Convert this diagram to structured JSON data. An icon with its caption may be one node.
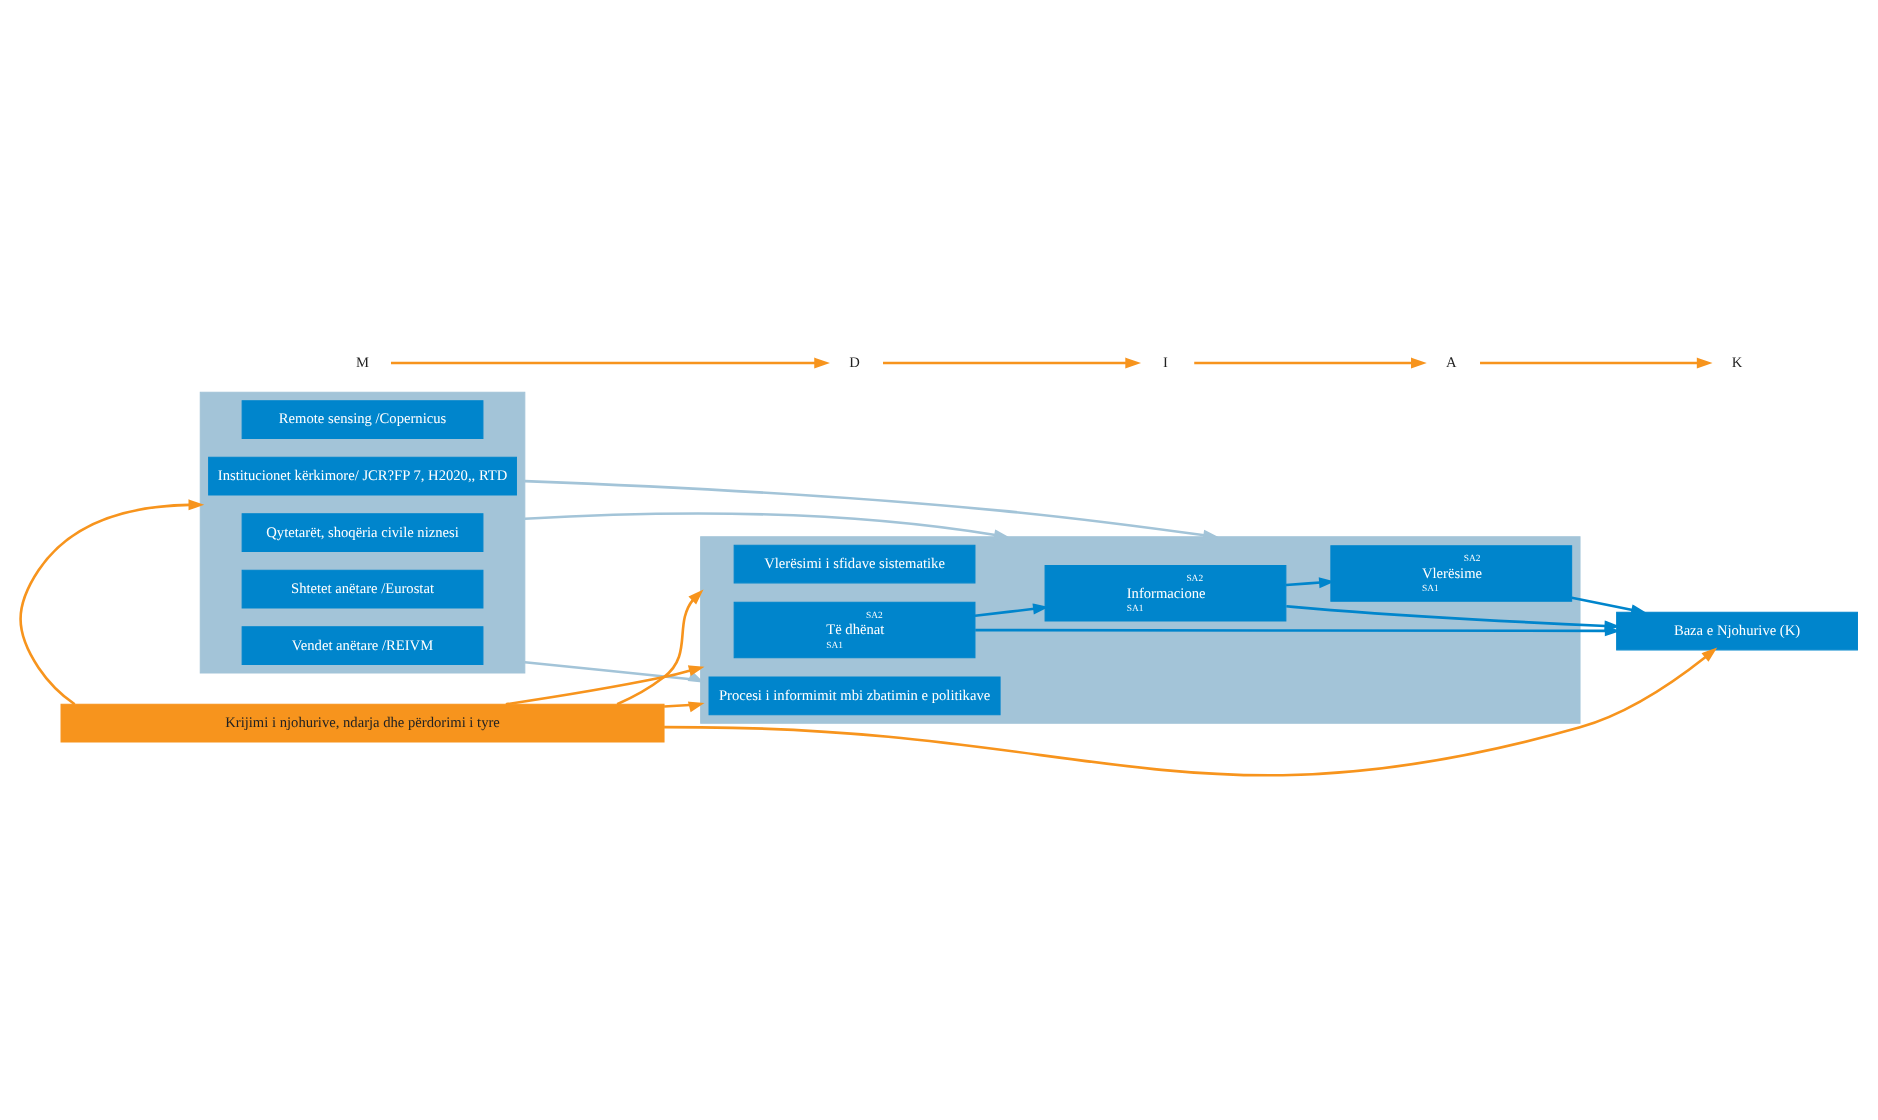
{
  "diagram": {
    "nodes": [
      {
        "text": [],
        "shape": "box"
      },
      {
        "text": [
          "Vendet anëtare /REIVM"
        ],
        "in": 0
      },
      {
        "text": [
          "Shtetet anëtare /Eurostat"
        ],
        "in": 0
      },
      {
        "text": [
          "Institucionet kërkimore/ JCR?FP 7, H2020,, RTD"
        ],
        "in": 0
      },
      {
        "text": [
          "Remote sensing /Copernicus"
        ],
        "in": 0
      },
      {
        "text": [
          "Qytetarët, shoqëria civile niznesi"
        ],
        "in": 0
      },
      {
        "text": [],
        "shape": "box"
      },
      {
        "text": [
          "Vlerësimi i sfidave sistematike"
        ],
        "in": 6
      },
      {
        "text": [
          "SA2",
          "Të dhënat",
          "SA1"
        ],
        "in": 6
      },
      {
        "text": [
          "SA2",
          "Informacione",
          "SA1"
        ],
        "in": 6
      },
      {
        "text": [
          "SA2",
          "Vlerësime",
          "SA1"
        ],
        "in": 6
      },
      {
        "text": [
          "Procesi i informimit mbi zbatimin e politikave"
        ],
        "in": 6
      },
      {
        "text": [
          "Baza e Njohurive (K)"
        ]
      },
      {
        "text": [
          "Krijimi i njohurive, ndarja dhe përdorimi i tyre"
        ]
      },
      {
        "text": [
          "M"
        ]
      },
      {
        "text": [
          "D"
        ]
      },
      {
        "text": [
          "I"
        ]
      },
      {
        "text": [
          "A"
        ]
      },
      {
        "text": [
          "K"
        ]
      }
    ],
    "edges": [
      {
        "from": 0,
        "to": 6,
        "arrow": "to",
        "color": "#a3c4d8"
      },
      {
        "from": 0,
        "to": 6,
        "arrow": "to",
        "color": "#a3c4d8"
      },
      {
        "from": 0,
        "to": 6,
        "arrow": "to",
        "color": "#a3c4d8"
      },
      {
        "from": 8,
        "to": 9,
        "arrow": "to",
        "color": "#0085cc"
      },
      {
        "from": 9,
        "to": 10,
        "arrow": "to",
        "color": "#0085cc"
      },
      {
        "from": 8,
        "to": 12,
        "arrow": "to",
        "color": "#0085cc"
      },
      {
        "from": 9,
        "to": 12,
        "arrow": "to",
        "color": "#0085cc"
      },
      {
        "from": 10,
        "to": 12,
        "arrow": "to",
        "color": "#0085cc"
      },
      {
        "from": 13,
        "to": 0,
        "arrow": "to",
        "color": "#f7941d"
      },
      {
        "from": 13,
        "to": 6,
        "arrow": "to",
        "color": "#f7941d"
      },
      {
        "from": 13,
        "to": 6,
        "arrow": "to",
        "color": "#f7941d"
      },
      {
        "from": 13,
        "to": 6,
        "arrow": "to",
        "color": "#f7941d"
      },
      {
        "from": 13,
        "to": 12,
        "arrow": "to",
        "color": "#f7941d"
      },
      {
        "from": 14,
        "to": 15,
        "arrow": "to",
        "color": "#f7941d"
      },
      {
        "from": 15,
        "to": 16,
        "arrow": "to",
        "color": "#f7941d"
      },
      {
        "from": 16,
        "to": 17,
        "arrow": "to",
        "color": "#f7941d"
      },
      {
        "from": 17,
        "to": 18,
        "arrow": "to",
        "color": "#f7941d"
      }
    ]
  }
}
